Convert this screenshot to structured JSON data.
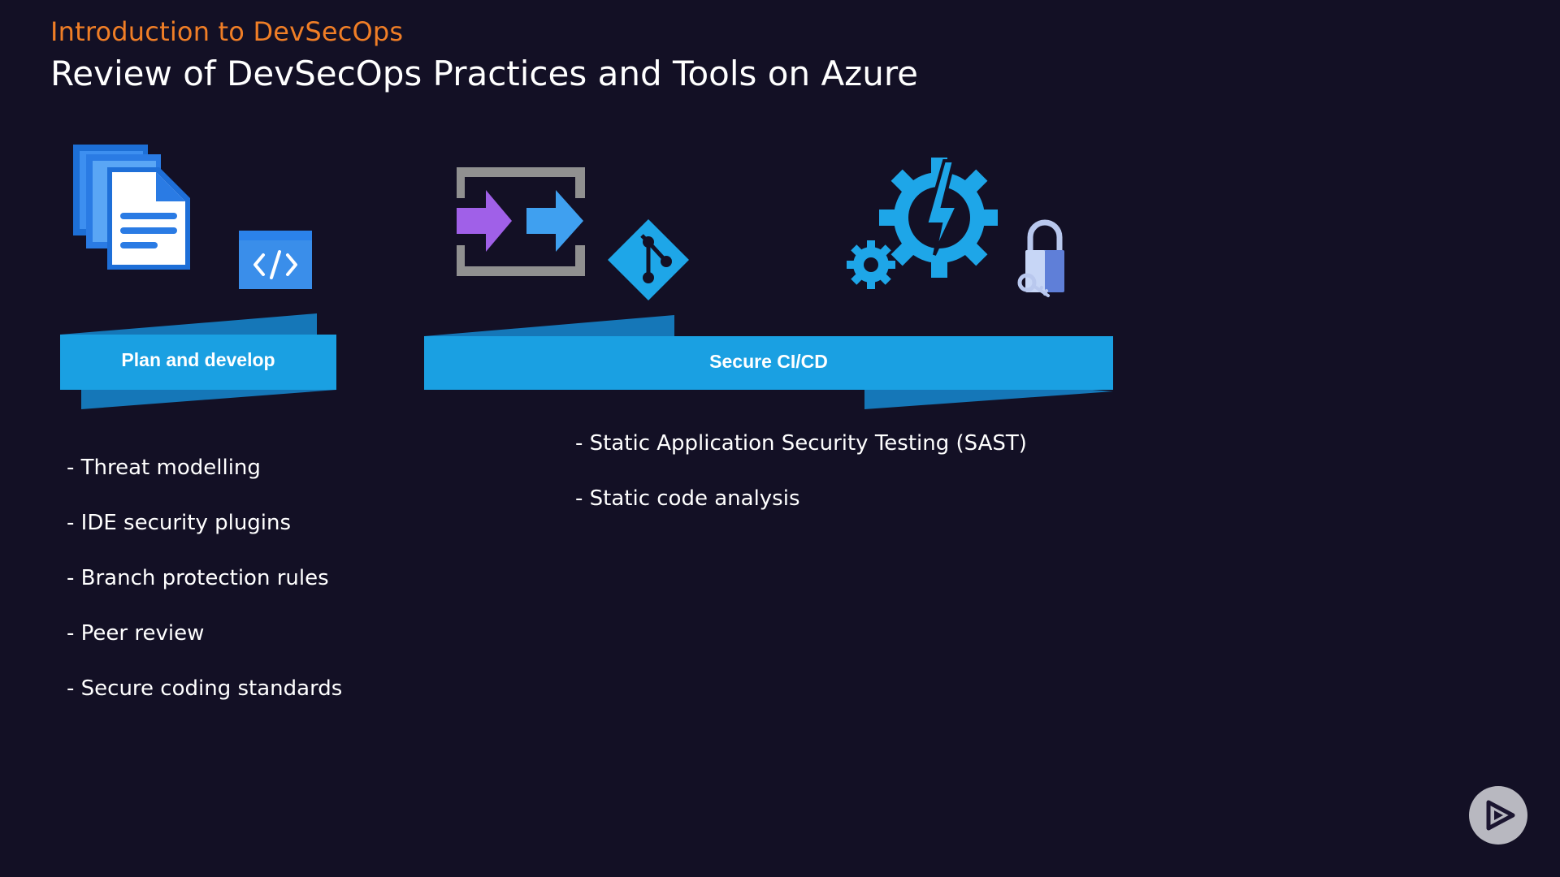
{
  "header": {
    "kicker": "Introduction to DevSecOps",
    "title": "Review of DevSecOps Practices and Tools on Azure"
  },
  "colors": {
    "background": "#131025",
    "kicker": "#f07e26",
    "banner_blue": "#1aa0e2",
    "banner_shadow": "#1577b8",
    "icon_blue": "#1ea6e8"
  },
  "stages": [
    {
      "label": "Plan and develop",
      "icons": [
        "documents-icon",
        "code-window-icon"
      ],
      "items": [
        "- Threat modelling",
        "- IDE security plugins",
        "- Branch protection rules",
        "- Peer review",
        "- Secure coding standards"
      ]
    },
    {
      "label": "Secure CI/CD",
      "icons": [
        "pipelines-icon",
        "git-icon",
        "gear-lightning-icon",
        "padlock-key-icon"
      ],
      "items": [
        "- Static Application Security Testing (SAST)",
        "- Static code analysis"
      ]
    }
  ],
  "player": {
    "icon": "play-icon"
  }
}
